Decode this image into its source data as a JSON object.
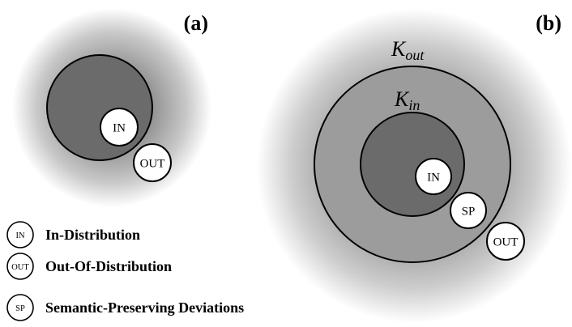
{
  "panels": {
    "a": {
      "label": "(a)",
      "nodes": {
        "in": "IN",
        "out": "OUT"
      }
    },
    "b": {
      "label": "(b)",
      "k_out": {
        "symbol": "K",
        "subscript": "out"
      },
      "k_in": {
        "symbol": "K",
        "subscript": "in"
      },
      "nodes": {
        "in": "IN",
        "sp": "SP",
        "out": "OUT"
      }
    }
  },
  "legend": [
    {
      "icon": "IN",
      "text": "In-Distribution"
    },
    {
      "icon": "OUT",
      "text": "Out-Of-Distribution"
    },
    {
      "icon": "SP",
      "text": "Semantic-Preserving Deviations"
    }
  ],
  "colors": {
    "outer_halo_center": "#7c7c7c",
    "outer_halo_edge": "#ffffff",
    "inner_region": "#6b6b6b",
    "k_out_region": "#9c9c9c",
    "node_fill": "#ffffff",
    "stroke": "#000000"
  }
}
